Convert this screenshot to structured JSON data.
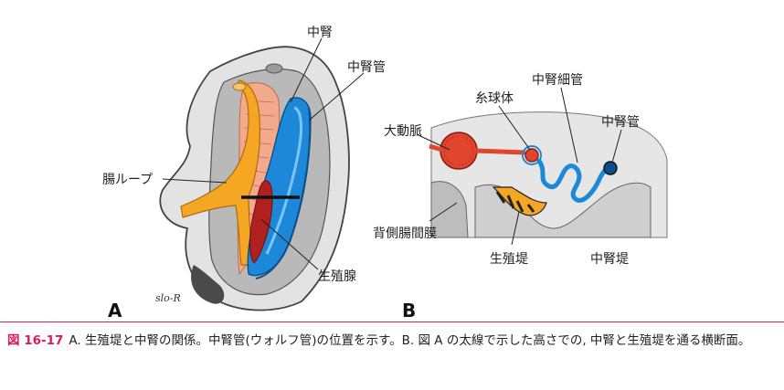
{
  "figure": {
    "panel_a": {
      "letter": "A",
      "labels": {
        "mesonephros": "中腎",
        "mesonephric_duct": "中腎管",
        "gut_loop": "腸ループ",
        "gonad": "生殖腺"
      },
      "signature": "slo-R"
    },
    "panel_b": {
      "letter": "B",
      "labels": {
        "aorta": "大動脈",
        "glomerulus": "糸球体",
        "mesonephric_tubule": "中腎細管",
        "mesonephric_duct": "中腎管",
        "dorsal_mesentery": "背側腸間膜",
        "genital_ridge": "生殖堤",
        "mesonephric_ridge": "中腎堤"
      }
    },
    "colors": {
      "caption_accent": "#d81e5b",
      "duct_blue": "#1e88d8",
      "gut_orange": "#f5a623",
      "gonad_red": "#b0201e",
      "aorta_red": "#e0452e"
    }
  },
  "caption": {
    "figure_number": "図 16-17",
    "text": "A. 生殖堤と中腎の関係。中腎管(ウォルフ管)の位置を示す。B. 図 A の太線で示した高さでの, 中腎と生殖堤を通る横断面。"
  }
}
